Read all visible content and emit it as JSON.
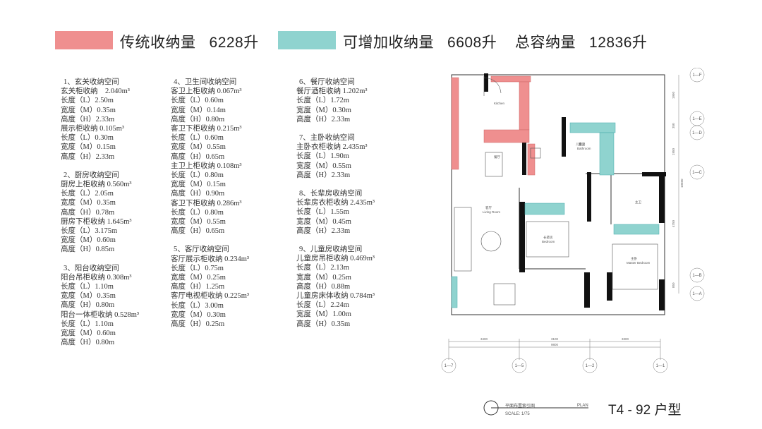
{
  "legend": {
    "traditional": {
      "label": "传统收纳量",
      "value": "6228升",
      "color": "#ef8f8f"
    },
    "extra": {
      "label": "可增加收纳量",
      "value": "6608升",
      "color": "#8fd3cf"
    },
    "total": {
      "label": "总容纳量",
      "value": "12836升"
    }
  },
  "columns": [
    [
      {
        "title": "1、玄关收纳空间",
        "lines": [
          "玄关柜收纳　2.040m³",
          "长度（L）2.50m",
          "宽度（M）0.35m",
          "高度（H）2.33m",
          "展示柜收纳 0.105m³",
          "长度（L）0.30m",
          "宽度（M）0.15m",
          "高度（H）2.33m"
        ]
      },
      {
        "title": "2、厨房收纳空间",
        "lines": [
          "厨房上柜收纳 0.560m³",
          "长度（L）2.05m",
          "宽度（M）0.35m",
          "高度（H）0.78m",
          "厨房下柜收纳 1.645m³",
          "长度（L）3.175m",
          "宽度（M）0.60m",
          "高度（H）0.85m"
        ]
      },
      {
        "title": "3、阳台收纳空间",
        "lines": [
          "阳台吊柜收纳 0.308m³",
          "长度（L）1.10m",
          "宽度（M）0.35m",
          "高度（H）0.80m",
          "阳台一体柜收纳 0.528m³",
          "长度（L）1.10m",
          "宽度（M）0.60m",
          "高度（H）0.80m"
        ]
      }
    ],
    [
      {
        "title": "4、卫生间收纳空间",
        "lines": [
          "客卫上柜收纳 0.067m³",
          "长度（L）0.60m",
          "宽度（M）0.14m",
          "高度（H）0.80m",
          "客卫下柜收纳 0.215m³",
          "长度（L）0.60m",
          "宽度（M）0.55m",
          "高度（H）0.65m",
          "主卫上柜收纳 0.108m³",
          "长度（L）0.80m",
          "宽度（M）0.15m",
          "高度（H）0.90m",
          "客卫下柜收纳 0.286m³",
          "长度（L）0.80m",
          "宽度（M）0.55m",
          "高度（H）0.65m"
        ]
      },
      {
        "title": "5、客厅收纳空间",
        "lines": [
          "客厅展示柜收纳 0.234m³",
          "长度（L）0.75m",
          "宽度（M）0.25m",
          "高度（H）1.25m",
          "客厅电视柜收纳 0.225m³",
          "长度（L）3.00m",
          "宽度（M）0.30m",
          "高度（H）0.25m"
        ]
      }
    ],
    [
      {
        "title": "6、餐厅收纳空间",
        "lines": [
          "餐厅酒柜收纳 1.202m³",
          "长度（L）1.72m",
          "宽度（M）0.30m",
          "高度（H）2.33m"
        ]
      },
      {
        "title": "7、主卧收纳空间",
        "lines": [
          "主卧衣柜收纳 2.435m³",
          "长度（L）1.90m",
          "宽度（M）0.55m",
          "高度（H）2.33m"
        ]
      },
      {
        "title": "8、长辈房收纳空间",
        "lines": [
          "长辈房衣柜收纳 2.435m³",
          "长度（L）1.55m",
          "宽度（M）0.45m",
          "高度（H）2.33m"
        ]
      },
      {
        "title": "9、儿童房收纳空间",
        "lines": [
          "儿童房吊柜收纳 0.469m³",
          "长度（L）2.13m",
          "宽度（M）0.25m",
          "高度（H）0.88m",
          "儿童房床体收纳 0.784m³",
          "长度（L）2.24m",
          "宽度（M）1.00m",
          "高度（H）0.35m"
        ]
      }
    ]
  ],
  "plan": {
    "axes_right": [
      "1—F",
      "1—E",
      "1—D",
      "1—C",
      "1—B",
      "1—A"
    ],
    "axes_bottom": [
      "1—7",
      "1—5",
      "1—2",
      "1—1"
    ],
    "dims_bottom": [
      "3400",
      "3100",
      "3300"
    ],
    "dim_total_bottom": "9800",
    "dims_right": [
      "1950",
      "350",
      "1950",
      "4750",
      "850"
    ],
    "dim_total_right": "10550",
    "room_labels": [
      "Kitchen",
      "餐厅",
      "Living Room",
      "客厅",
      "Bedroom",
      "长辈房",
      "Master Bedroom",
      "主卧",
      "Bathroom",
      "客卫",
      "主卫",
      "儿童房"
    ]
  },
  "footer": {
    "title": "T4 - 92 户型",
    "index_label": "平面布置索引图",
    "plan_word": "PLAN",
    "scale": "SCALE: 1/75"
  }
}
